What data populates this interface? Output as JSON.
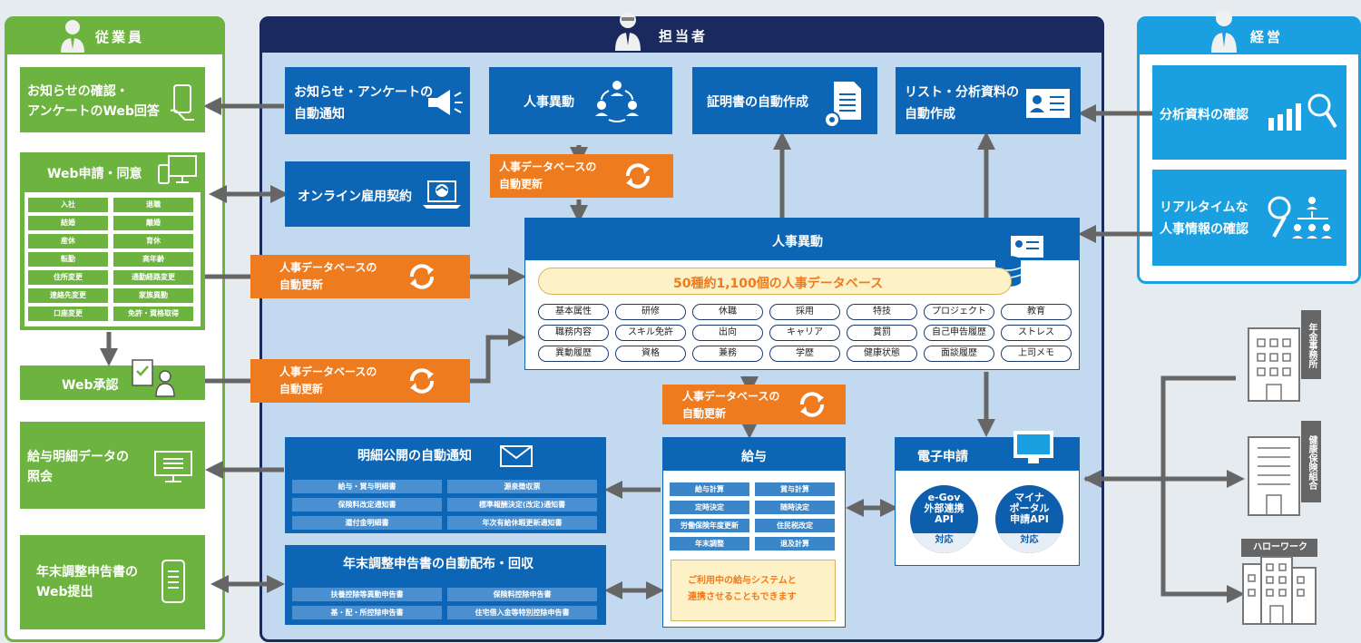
{
  "colors": {
    "employee": "#6db33f",
    "staff": "#1b2a5e",
    "blue": "#0d66b5",
    "management": "#1aa0e0",
    "orange": "#ee7b1e",
    "gray_arrow": "#666666"
  },
  "employee": {
    "title": "従業員",
    "notice_answer": "お知らせの確認・\nアンケートのWeb回答",
    "web_apply": "Web申請・同意",
    "apply_items": [
      "入社",
      "退職",
      "結婚",
      "離婚",
      "産休",
      "育休",
      "転勤",
      "高年齢",
      "住所変更",
      "通勤経路変更",
      "連絡先変更",
      "家族異動",
      "口座変更",
      "免許・資格取得"
    ],
    "web_approval": "Web承認",
    "payslip": "給与明細データの\n照会",
    "yearend": "年末調整申告書の\nWeb提出"
  },
  "staff": {
    "title": "担当者",
    "auto_notice": "お知らせ・アンケートの\n自動通知",
    "personnel_move": "人事異動",
    "cert_auto": "証明書の自動作成",
    "list_auto": "リスト・分析資料の\n自動作成",
    "online_contract": "オンライン雇用契約",
    "db_update": "人事データベースの\n自動更新",
    "hr_center": {
      "title": "人事異動",
      "banner": "50種約1,100個の人事データベース",
      "items": [
        "基本属性",
        "研修",
        "休職",
        "採用",
        "特技",
        "プロジェクト",
        "教育",
        "職務内容",
        "スキル免許",
        "出向",
        "キャリア",
        "賞罰",
        "自己申告履歴",
        "ストレス",
        "異動履歴",
        "資格",
        "兼務",
        "学歴",
        "健康状態",
        "面談履歴",
        "上司メモ"
      ]
    },
    "payslip_notice": {
      "title": "明細公開の自動通知",
      "items": [
        "給与・賞与明細書",
        "源泉徴収票",
        "保険料改定通知書",
        "標準報酬決定(改定)通知書",
        "還付金明細書",
        "年次有給休暇更新通知書"
      ]
    },
    "payroll": {
      "title": "給与",
      "items": [
        "給与計算",
        "賞与計算",
        "定時決定",
        "随時決定",
        "労働保険年度更新",
        "住民税改定",
        "年末調整",
        "退及計算"
      ],
      "note": "ご利用中の給与システムと\n連携させることもできます"
    },
    "e_filing": {
      "title": "電子申請",
      "egov": "e-Gov\n外部連携\nAPI",
      "mynaportal": "マイナ\nポータル\n申請API",
      "supported": "対応"
    },
    "yearend": {
      "title": "年末調整申告書の自動配布・回収",
      "items": [
        "扶養控除等異動申告書",
        "保険料控除申告書",
        "基・配・所控除申告書",
        "住宅借入金等特別控除申告書"
      ]
    }
  },
  "management": {
    "title": "経営",
    "analysis_check": "分析資料の確認",
    "realtime_check": "リアルタイムな\n人事情報の確認"
  },
  "agencies": {
    "pension": "年金事務所",
    "health": "健康保険組合",
    "hellowork": "ハローワーク"
  }
}
